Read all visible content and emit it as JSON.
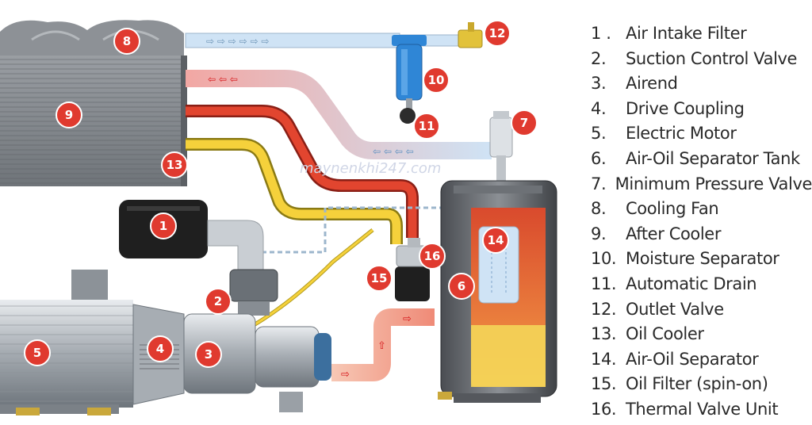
{
  "legend": [
    {
      "num": "1 .",
      "label": "Air Intake Filter"
    },
    {
      "num": "2.",
      "label": "Suction Control Valve"
    },
    {
      "num": "3.",
      "label": "Airend"
    },
    {
      "num": "4.",
      "label": "Drive Coupling"
    },
    {
      "num": "5.",
      "label": "Electric Motor"
    },
    {
      "num": "6.",
      "label": "Air-Oil Separator Tank"
    },
    {
      "num": "7.",
      "label": "Minimum Pressure Valve"
    },
    {
      "num": "8.",
      "label": "Cooling Fan"
    },
    {
      "num": "9.",
      "label": "After Cooler"
    },
    {
      "num": "10.",
      "label": "Moisture Separator"
    },
    {
      "num": "11.",
      "label": "Automatic Drain"
    },
    {
      "num": "12.",
      "label": "Outlet Valve"
    },
    {
      "num": "13.",
      "label": "Oil Cooler"
    },
    {
      "num": "14.",
      "label": "Air-Oil Separator"
    },
    {
      "num": "15.",
      "label": "Oil Filter (spin-on)"
    },
    {
      "num": "16.",
      "label": "Thermal Valve Unit"
    }
  ],
  "badges": [
    "1",
    "2",
    "3",
    "4",
    "5",
    "6",
    "7",
    "8",
    "9",
    "10",
    "11",
    "12",
    "13",
    "14",
    "15",
    "16"
  ],
  "watermark": "maynenkhi247.com",
  "colors": {
    "badge": "#e03a2f",
    "hot_oil": "#d7191c",
    "warm_oil": "#f5d13b",
    "cool_air": "#cfe3f5",
    "filter_blue": "#2f86d6",
    "valve_yellow": "#e2c23a"
  }
}
